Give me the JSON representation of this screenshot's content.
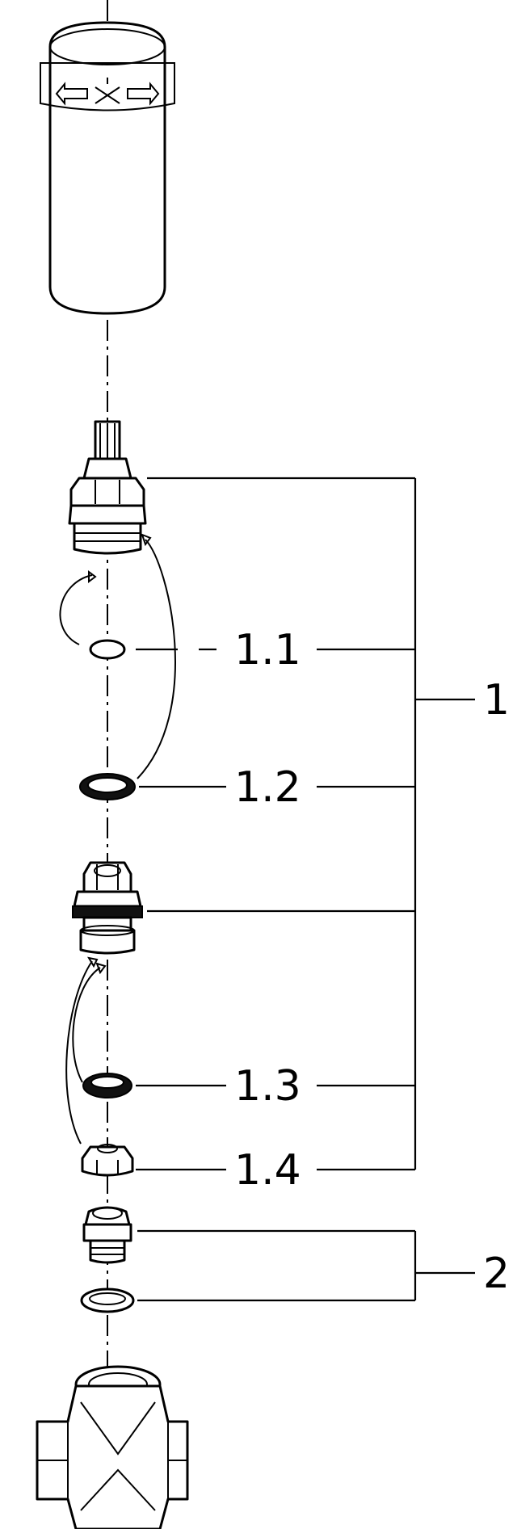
{
  "labels": {
    "l1_1": "1.1",
    "l1_2": "1.2",
    "l1_3": "1.3",
    "l1_4": "1.4",
    "g1": "1",
    "g2": "2"
  },
  "colors": {
    "ink": "#000000",
    "paper": "#ffffff"
  }
}
